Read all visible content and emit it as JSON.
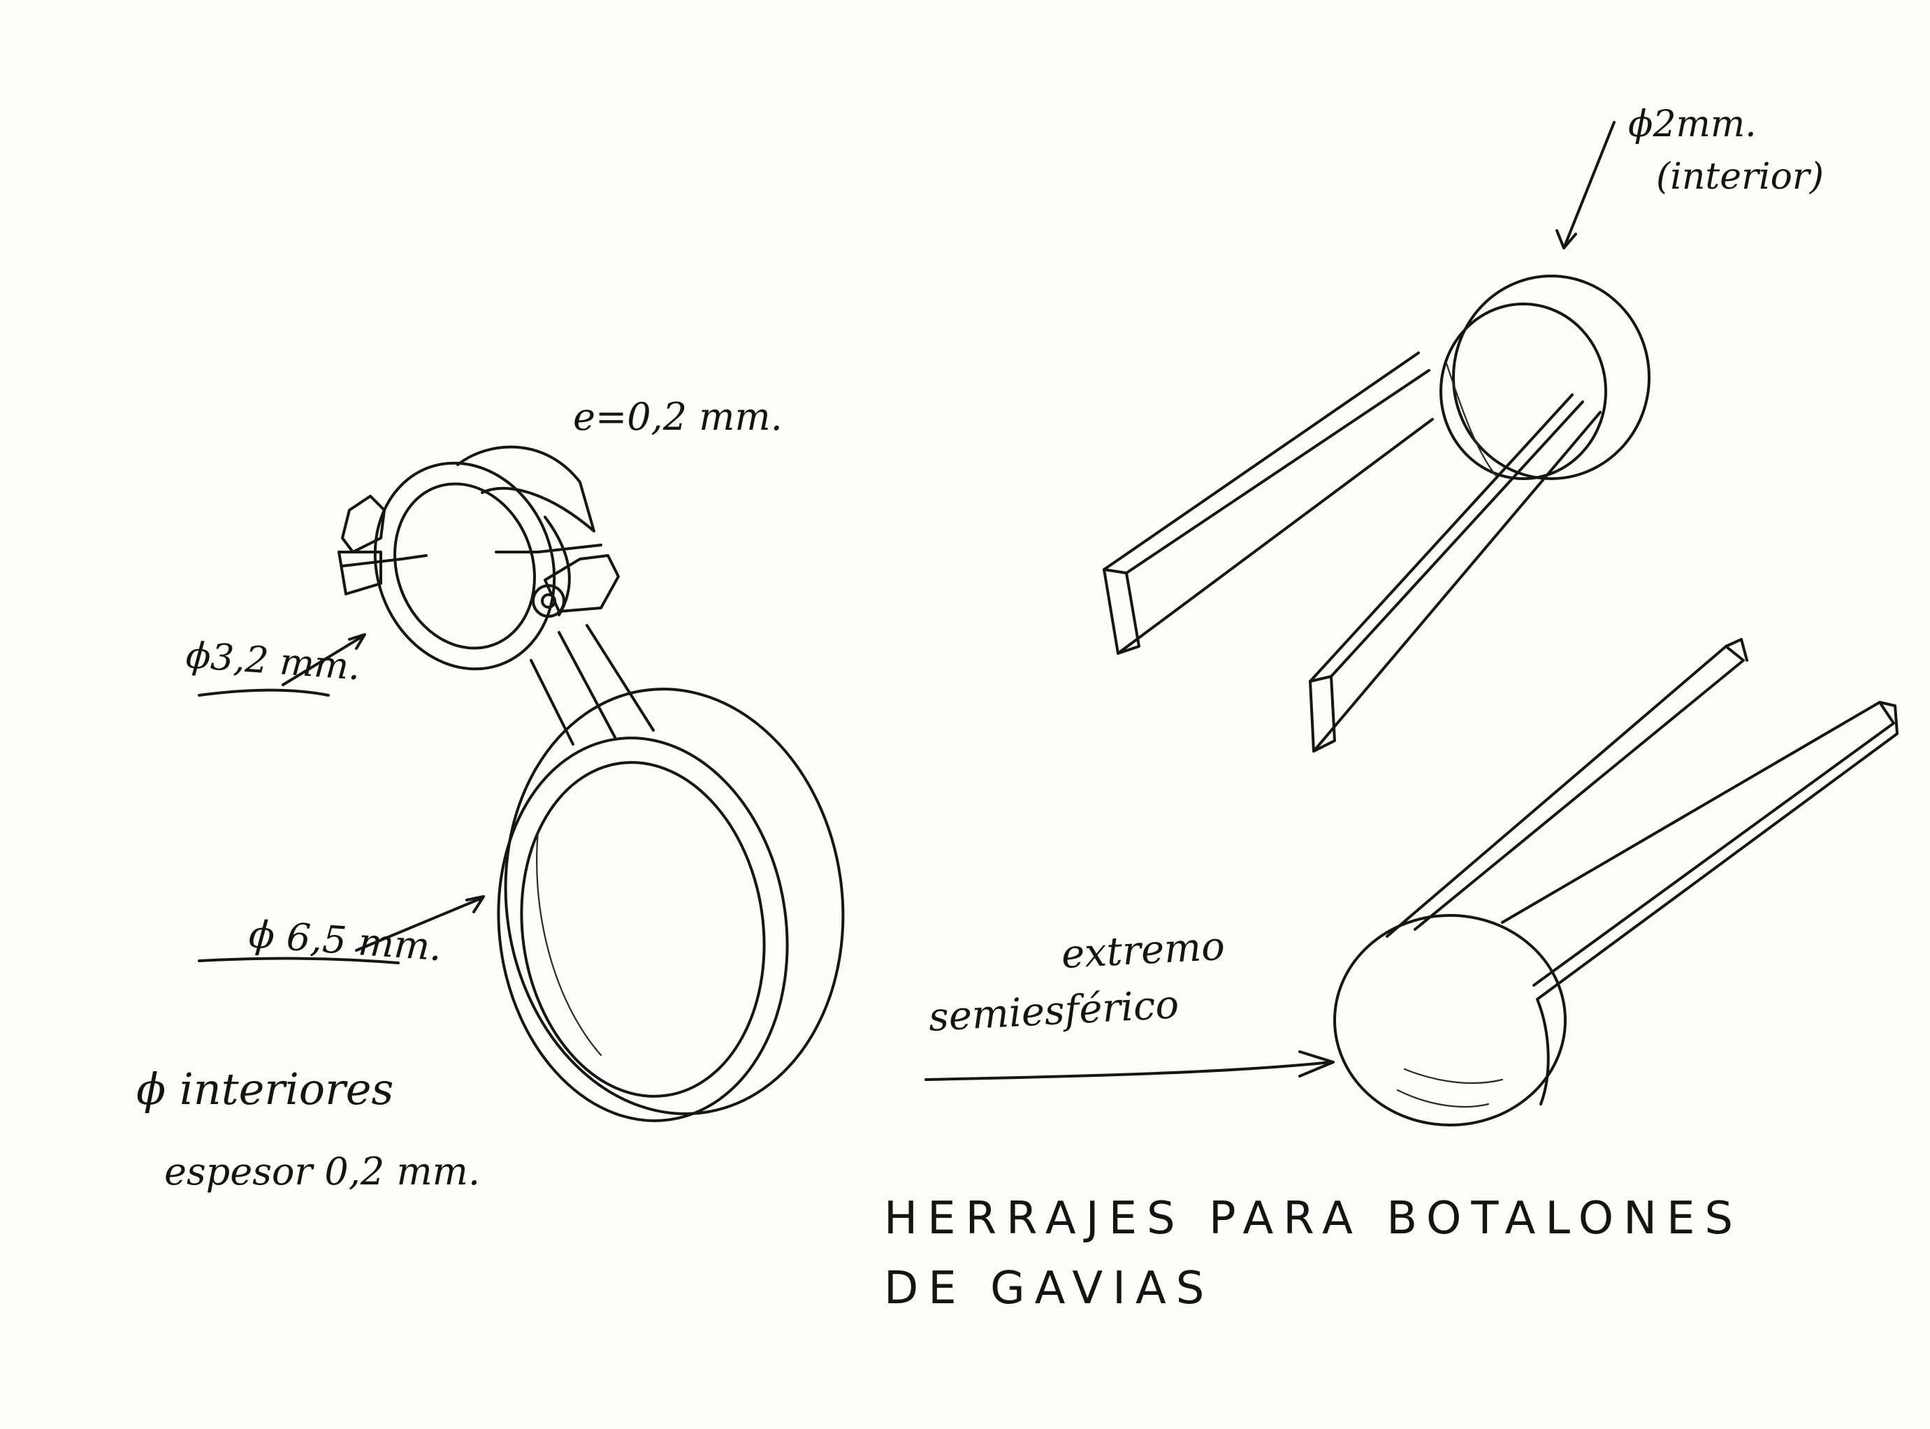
{
  "drawing": {
    "ink_color": "#161616",
    "paper_color": "#fdfdfc"
  },
  "labels": {
    "thickness": "e=0,2 mm.",
    "dia_small": "ϕ3,2 mm.",
    "dia_large": "ϕ 6,5 mm.",
    "interior_note": "ϕ interiores",
    "espesor_note": "espesor 0,2 mm.",
    "dia_fork": "ϕ2mm.",
    "fork_interior": "(interior)",
    "end_note_1": "extremo",
    "end_note_2": "semiesférico",
    "title_line_1": "HERRAJES PARA BOTALONES",
    "title_line_2": "DE GAVIAS"
  }
}
